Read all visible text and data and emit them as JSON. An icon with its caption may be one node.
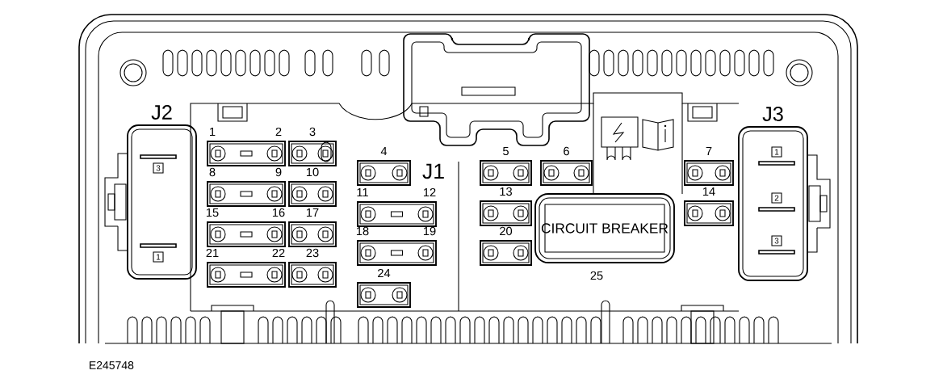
{
  "diagram": {
    "nodes": [
      {
        "text": [
          "J2"
        ]
      },
      {
        "text": [
          "3"
        ],
        "in": 0
      },
      {
        "text": [
          "1"
        ],
        "in": 0
      },
      {
        "text": [
          "1",
          "2"
        ]
      },
      {
        "text": [
          "3"
        ]
      },
      {
        "text": [
          "4"
        ]
      },
      {
        "text": [
          "5"
        ]
      },
      {
        "text": [
          "6"
        ]
      },
      {
        "text": [
          "7"
        ]
      },
      {
        "text": [
          "8",
          "9"
        ]
      },
      {
        "text": [
          "10"
        ]
      },
      {
        "text": [
          "11",
          "12"
        ]
      },
      {
        "text": [
          "13"
        ]
      },
      {
        "text": [
          "14"
        ]
      },
      {
        "text": [
          "15",
          "16"
        ]
      },
      {
        "text": [
          "17"
        ]
      },
      {
        "text": [
          "18",
          "19"
        ]
      },
      {
        "text": [
          "20"
        ]
      },
      {
        "text": [
          "21",
          "22"
        ]
      },
      {
        "text": [
          "23"
        ]
      },
      {
        "text": [
          "24"
        ]
      },
      {
        "text": [
          "CIRCUIT BREAKER"
        ],
        "beside": [
          "25"
        ]
      },
      {
        "text": [
          "J3"
        ]
      },
      {
        "text": [
          "1"
        ],
        "in": 22
      },
      {
        "text": [
          "2"
        ],
        "in": 22
      },
      {
        "text": [
          "3"
        ],
        "in": 22
      }
    ],
    "labels": [
      "J1",
      "E245748"
    ]
  }
}
